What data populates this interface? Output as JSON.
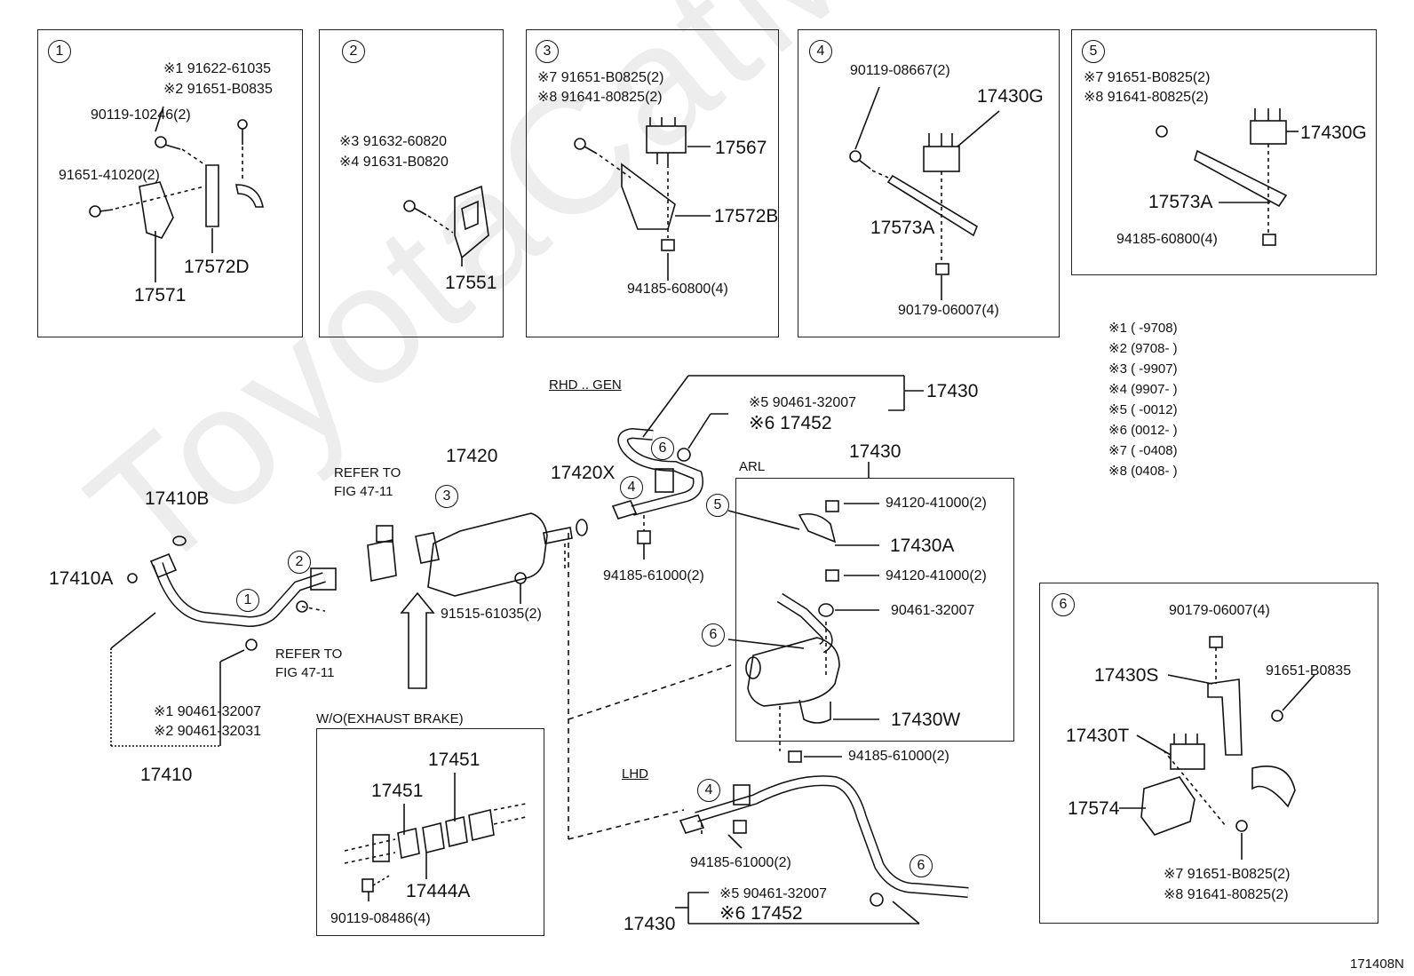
{
  "watermark": "ToyotaCatMine.ru",
  "figure_id": "171408N",
  "insets": {
    "i1": {
      "num": "1",
      "n1": "※1 91622-61035",
      "n2": "※2 91651-B0835",
      "p1": "90119-10246(2)",
      "p2": "91651-41020(2)",
      "p3": "17571",
      "p4": "17572D"
    },
    "i2": {
      "num": "2",
      "n3": "※3 91632-60820",
      "n4": "※4 91631-B0820",
      "p1": "17551"
    },
    "i3": {
      "num": "3",
      "n7": "※7 91651-B0825(2)",
      "n8": "※8 91641-80825(2)",
      "p1": "17567",
      "p2": "17572B",
      "p3": "94185-60800(4)"
    },
    "i4": {
      "num": "4",
      "p1": "90119-08667(2)",
      "p2": "17430G",
      "p3": "17573A",
      "p4": "90179-06007(4)"
    },
    "i5": {
      "num": "5",
      "n7": "※7 91651-B0825(2)",
      "n8": "※8 91641-80825(2)",
      "p1": "17430G",
      "p2": "17573A",
      "p3": "94185-60800(4)"
    },
    "i6": {
      "num": "6",
      "p1": "90179-06007(4)",
      "p2": "91651-B0835",
      "p3": "17430S",
      "p4": "17430T",
      "p5": "17574",
      "n7": "※7 91651-B0825(2)",
      "n8": "※8 91641-80825(2)"
    }
  },
  "legend": [
    "※1 (     -9708)",
    "※2 (9708-     )",
    "※3 (     -9907)",
    "※4 (9907-     )",
    "※5 (     -0012)",
    "※6 (0012-     )",
    "※7 (     -0408)",
    "※8 (0408-     )"
  ],
  "main": {
    "rhd_gen": "RHD .. GEN",
    "p17430_top": "17430",
    "n5_top": "※5 90461-32007",
    "n6_top": "※6 17452",
    "c6_top": "6",
    "c4_top": "4",
    "p17420x": "17420X",
    "p17420": "17420",
    "c3": "3",
    "refer_a1": "REFER TO",
    "refer_a2": "FIG 47-11",
    "p17410b": "17410B",
    "p17410a": "17410A",
    "c2": "2",
    "c1": "1",
    "refer_b1": "REFER TO",
    "refer_b2": "FIG 47-11",
    "n1": "※1 90461-32007",
    "n2": "※2 90461-32031",
    "p17410": "17410",
    "p94185_a": "94185-61000(2)",
    "p91515": "91515-61035(2)",
    "arl": "ARL",
    "p17430_arl": "17430",
    "c5_arl": "5",
    "c6_arl": "6",
    "p94120_a": "94120-41000(2)",
    "p17430a": "17430A",
    "p94120_b": "94120-41000(2)",
    "p90461": "90461-32007",
    "p17430w": "17430W",
    "p94185_b": "94185-61000(2)",
    "wo_title": "W/O(EXHAUST BRAKE)",
    "p17451_a": "17451",
    "p17451_b": "17451",
    "p17444a": "17444A",
    "p90119": "90119-08486(4)",
    "lhd": "LHD",
    "c4_lhd": "4",
    "c6_lhd": "6",
    "p94185_c": "94185-61000(2)",
    "n5_lhd": "※5 90461-32007",
    "n6_lhd": "※6 17452",
    "p17430_lhd": "17430"
  }
}
